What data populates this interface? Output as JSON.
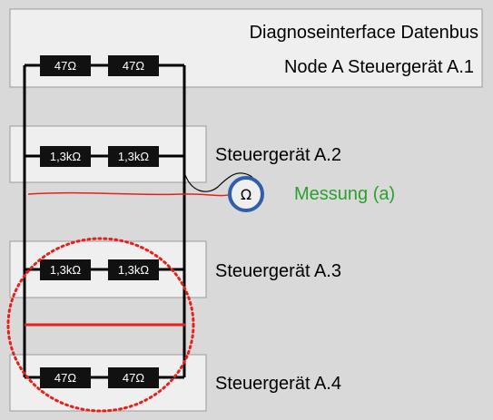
{
  "nodes": [
    {
      "title_line1": "Diagnoseinterface Datenbus",
      "title_line2": "Node A Steuergerät A.1",
      "r1": "47Ω",
      "r2": "47Ω"
    },
    {
      "title": "Steuergerät A.2",
      "r1": "1,3kΩ",
      "r2": "1,3kΩ"
    },
    {
      "title": "Steuergerät A.3",
      "r1": "1,3kΩ",
      "r2": "1,3kΩ"
    },
    {
      "title": "Steuergerät A.4",
      "r1": "47Ω",
      "r2": "47Ω"
    }
  ],
  "meter": {
    "symbol": "Ω",
    "label": "Messung (a)"
  },
  "colors": {
    "background": "#d9d9d9",
    "box_fill": "#efefef",
    "resistor": "#111111",
    "fault_short": "#e8201a",
    "meter_circle": "#2f5fa8",
    "meter_text": "#2ca02c"
  }
}
